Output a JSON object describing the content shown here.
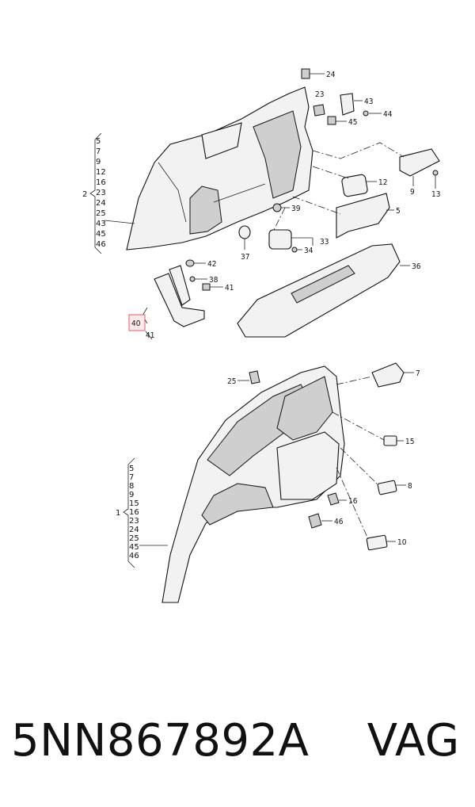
{
  "caption": "5NN867892A    VAG",
  "upper_assembly": {
    "group_label": "2",
    "group_items": [
      "5",
      "7",
      "9",
      "12",
      "16",
      "23",
      "24",
      "25",
      "43",
      "45",
      "46"
    ],
    "callouts": [
      "24",
      "23",
      "43",
      "44",
      "45",
      "12",
      "9",
      "13",
      "5",
      "39",
      "33",
      "34",
      "37",
      "42",
      "38",
      "41",
      "36"
    ],
    "highlighted": "40",
    "highlighted_sub": "41"
  },
  "lower_assembly": {
    "group_label": "1",
    "group_items": [
      "5",
      "7",
      "8",
      "9",
      "15",
      "16",
      "23",
      "24",
      "25",
      "45",
      "46"
    ],
    "callouts": [
      "25",
      "7",
      "15",
      "8",
      "16",
      "46",
      "10"
    ]
  }
}
